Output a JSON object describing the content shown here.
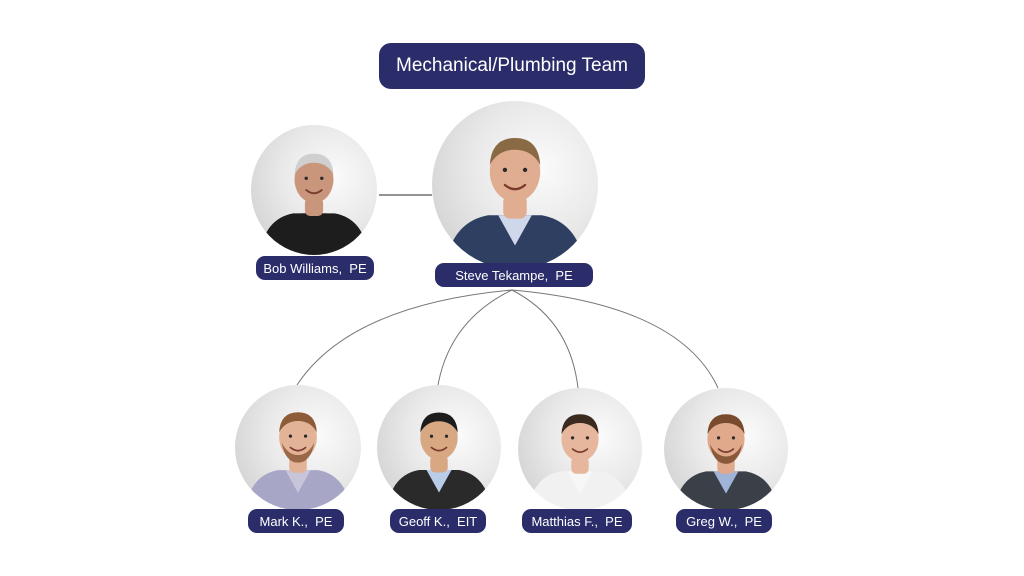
{
  "title": "Mechanical/Plumbing Team",
  "colors": {
    "pill": "#2b2d6b",
    "line": "#777777"
  },
  "lead": [
    {
      "name": "Bob Williams,  PE",
      "skin": "#c9967c",
      "hair": "#cfcfcf",
      "shirt": "#1d1d1d",
      "collar": "#1d1d1d"
    },
    {
      "name": "Steve Tekampe,  PE",
      "skin": "#e0ad90",
      "hair": "#8a6a45",
      "shirt": "#2f3f62",
      "collar": "#cfd8ea"
    }
  ],
  "team": [
    {
      "name": "Mark K.,  PE",
      "skin": "#e3b397",
      "hair": "#8d5b38",
      "shirt": "#a8a6c6",
      "collar": "#c8c4da",
      "beard": true
    },
    {
      "name": "Geoff K.,  EIT",
      "skin": "#d8a882",
      "hair": "#1c1c1c",
      "shirt": "#2a2a2a",
      "collar": "#b9cce8",
      "beard": false
    },
    {
      "name": "Matthias F.,  PE",
      "skin": "#e6b79c",
      "hair": "#3a2a20",
      "shirt": "#f1f1f1",
      "collar": "#f7f7f7",
      "beard": false
    },
    {
      "name": "Greg W.,  PE",
      "skin": "#e0a98c",
      "hair": "#7a4a2c",
      "shirt": "#3a3f48",
      "collar": "#9fb4d8",
      "beard": true
    }
  ]
}
